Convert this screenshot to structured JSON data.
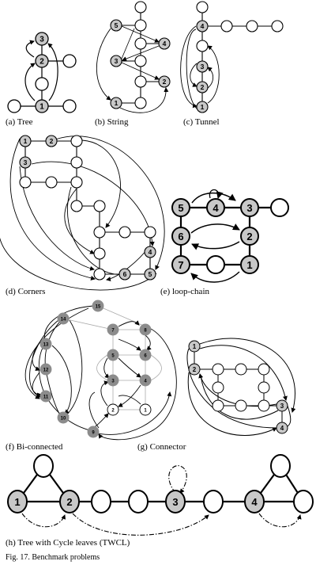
{
  "captions": {
    "a": "(a) Tree",
    "b": "(b) String",
    "c": "(c) Tunnel",
    "d": "(d) Corners",
    "e": "(e) loop-chain",
    "f": "(f) Bi-connected",
    "g": "(g) Connector",
    "h": "(h) Tree with Cycle leaves (TWCL)"
  },
  "figure_caption": "Fig. 17.  Benchmark problems",
  "labels": {
    "tree": [
      "3",
      "2",
      "1"
    ],
    "string": [
      "5",
      "4",
      "3",
      "2",
      "1"
    ],
    "tunnel": [
      "4",
      "3",
      "2",
      "1"
    ],
    "corners": [
      "1",
      "2",
      "3",
      "4",
      "5",
      "6"
    ],
    "loopchain": [
      "5",
      "4",
      "3",
      "6",
      "2",
      "7",
      "1"
    ],
    "biconnected": [
      "15",
      "14",
      "13",
      "12",
      "11",
      "10",
      "9"
    ],
    "connector": [
      "7",
      "8",
      "5",
      "6",
      "3",
      "4",
      "2",
      "1"
    ],
    "connector_side": [
      "1",
      "2",
      "3",
      "4"
    ],
    "twcl": [
      "1",
      "2",
      "3",
      "4"
    ]
  },
  "colors": {
    "labeled_node": "#c8c8c8",
    "dark_node": "#8c8c8c",
    "white_node": "#ffffff",
    "stroke": "#000000",
    "light_edge": "#aaaaaa"
  }
}
